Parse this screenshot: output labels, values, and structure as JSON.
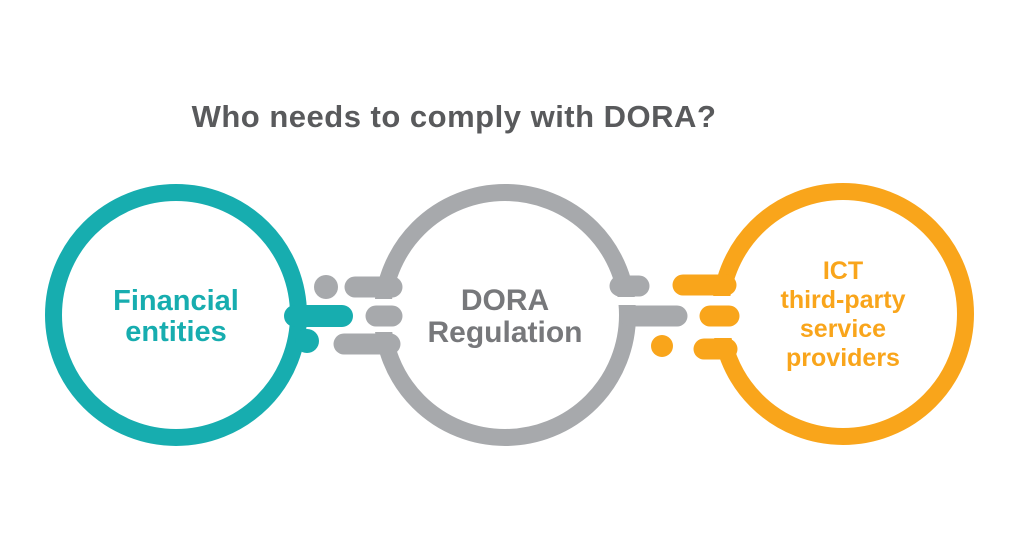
{
  "title": "Who needs to comply with DORA?",
  "nodes": {
    "financial": {
      "line1": "Financial",
      "line2": "entities"
    },
    "dora": {
      "line1": "DORA",
      "line2": "Regulation"
    },
    "ict": {
      "line1": "ICT",
      "line2": "third-party",
      "line3": "service",
      "line4": "providers"
    }
  },
  "colors": {
    "teal": "#17ADAF",
    "gray": "#A7A9AC",
    "gray_text": "#77787B",
    "orange": "#F9A51B",
    "title_color": "#595A5C",
    "bg": "#FFFFFF"
  }
}
